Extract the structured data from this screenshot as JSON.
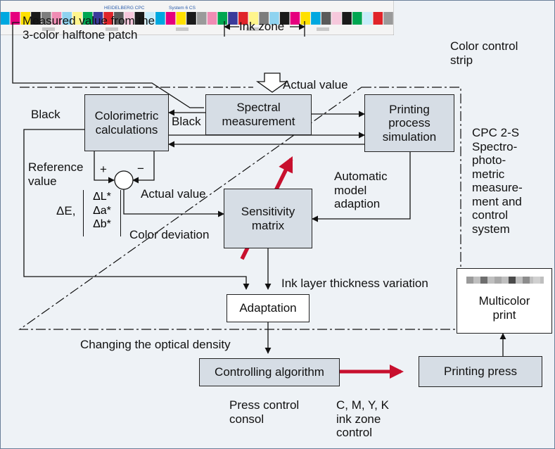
{
  "labels": {
    "measured_value": "Measured value from the\n3-color halftone patch",
    "ink_zone": "Ink zone",
    "color_control_strip": "Color control\nstrip",
    "actual_value_top": "Actual value",
    "black_left": "Black",
    "black_mid": "Black",
    "reference_value": "Reference\nvalue",
    "plus": "+",
    "minus": "−",
    "actual_value_mid": "Actual value",
    "delta_e": "ΔE,",
    "delta_l": "ΔL*",
    "delta_a": "Δa*",
    "delta_b": "Δb*",
    "color_deviation": "Color deviation",
    "automatic_model_adaption": "Automatic\nmodel\nadaption",
    "cpc_system": "CPC 2-S\nSpectro-\nphoto-\nmetric\nmeasure-\nment and\ncontrol\nsystem",
    "ink_layer_thickness": "Ink layer thickness variation",
    "changing_optical_density": "Changing the optical density",
    "press_control_consol": "Press control\nconsol",
    "ink_zone_control": "C, M, Y, K\nink zone\ncontrol"
  },
  "boxes": {
    "colorimetric": "Colorimetric\ncalculations",
    "spectral": "Spectral\nmeasurement",
    "printing_process": "Printing\nprocess\nsimulation",
    "sensitivity": "Sensitivity\nmatrix",
    "adaptation": "Adaptation",
    "controlling": "Controlling algorithm",
    "printing_press": "Printing press",
    "multicolor": "Multicolor\nprint"
  },
  "strip": {
    "brand": "HEIDELBERG CPC",
    "system": "System 6 CS"
  },
  "colors": {
    "background": "#eef2f6",
    "box_fill": "#d6dde5",
    "arrow_red": "#c8102e"
  }
}
